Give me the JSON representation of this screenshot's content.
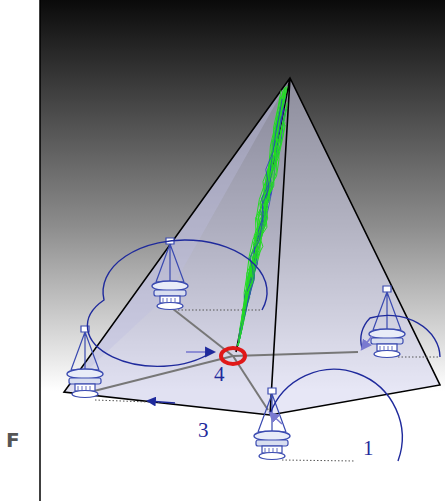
{
  "diagram": {
    "labels": [
      "4",
      "3",
      "1",
      "F"
    ]
  }
}
